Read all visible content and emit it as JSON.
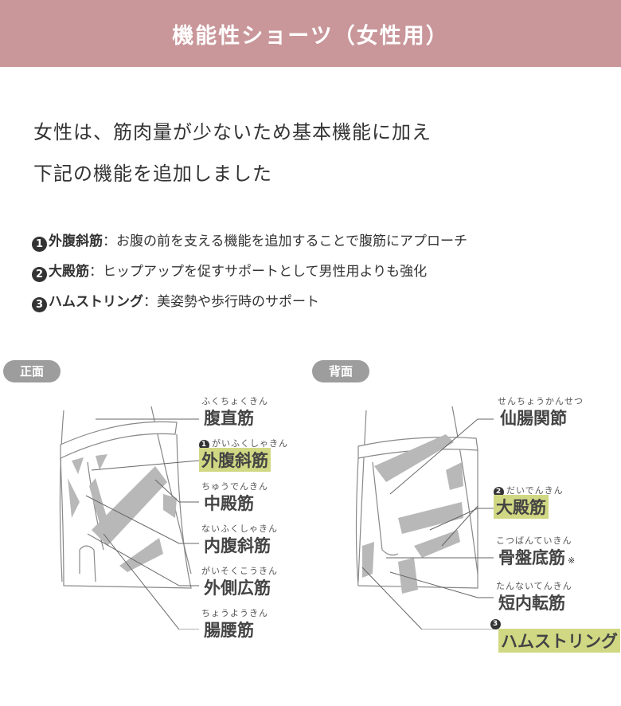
{
  "header": {
    "title": "機能性ショーツ（女性用）"
  },
  "intro": {
    "line1": "女性は、筋肉量が少ないため基本機能に加え",
    "line2": "下記の機能を追加しました"
  },
  "points": [
    {
      "num": "1",
      "term": "外腹斜筋",
      "desc": "：お腹の前を支える機能を追加することで腹筋にアプローチ"
    },
    {
      "num": "2",
      "term": "大殿筋",
      "desc": "：ヒップアップを促すサポートとして男性用よりも強化"
    },
    {
      "num": "3",
      "term": "ハムストリング",
      "desc": "：美姿勢や歩行時のサポート"
    }
  ],
  "front": {
    "label": "正面",
    "muscles": [
      {
        "ruby": "ふくちょくきん",
        "name": "腹直筋"
      },
      {
        "num": "1",
        "ruby": "がいふくしゃきん",
        "name": "外腹斜筋",
        "highlight": true
      },
      {
        "ruby": "ちゅうでんきん",
        "name": "中殿筋"
      },
      {
        "ruby": "ないふくしゃきん",
        "name": "内腹斜筋"
      },
      {
        "ruby": "がいそくこうきん",
        "name": "外側広筋"
      },
      {
        "ruby": "ちょうようきん",
        "name": "腸腰筋"
      }
    ]
  },
  "back": {
    "label": "背面",
    "muscles": [
      {
        "ruby": "せんちょうかんせつ",
        "name": "仙腸関節"
      },
      {
        "num": "2",
        "ruby": "だいでんきん",
        "name": "大殿筋",
        "highlight": true
      },
      {
        "ruby": "こつばんていきん",
        "name": "骨盤底筋",
        "note": "※"
      },
      {
        "ruby": "たんないてんきん",
        "name": "短内転筋"
      },
      {
        "num": "3",
        "name": "ハムストリング",
        "highlight": true
      }
    ]
  },
  "colors": {
    "header": "#c9969a",
    "highlight": "#d1d883",
    "muscle": "#b8b8b8"
  }
}
